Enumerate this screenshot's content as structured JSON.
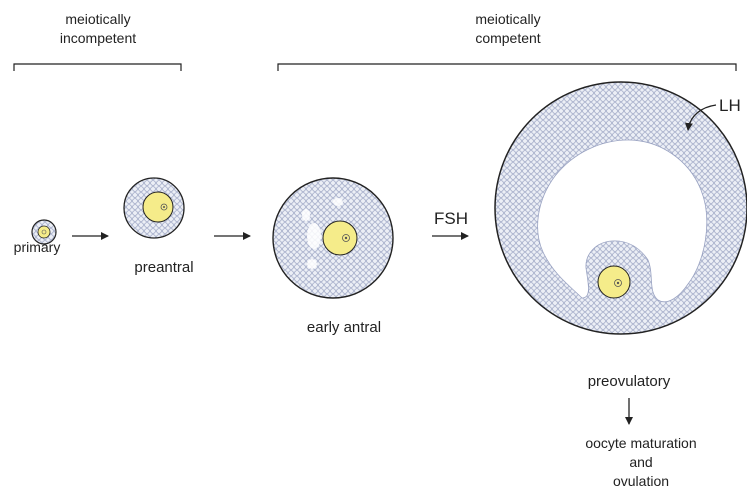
{
  "groups": {
    "incompetent": {
      "line1": "meiotically",
      "line2": "incompetent"
    },
    "competent": {
      "line1": "meiotically",
      "line2": "competent"
    }
  },
  "stages": {
    "primary": "primary",
    "preantral": "preantral",
    "early_antral": "early antral",
    "preovulatory": "preovulatory"
  },
  "hormones": {
    "fsh": "FSH",
    "lh": "LH"
  },
  "outcome": {
    "line1": "oocyte maturation",
    "line2": "and",
    "line3": "ovulation"
  },
  "colors": {
    "oocyte": "#f5ec8a",
    "granulosa_fill": "#eceff6",
    "granulosa_cell": "#9aa3c2",
    "outline": "#222222",
    "antrum": "#ffffff"
  },
  "icons": {
    "arrow": "right-arrow-icon",
    "down_arrow": "down-arrow-icon",
    "lh_arrow": "curved-arrow-icon"
  }
}
